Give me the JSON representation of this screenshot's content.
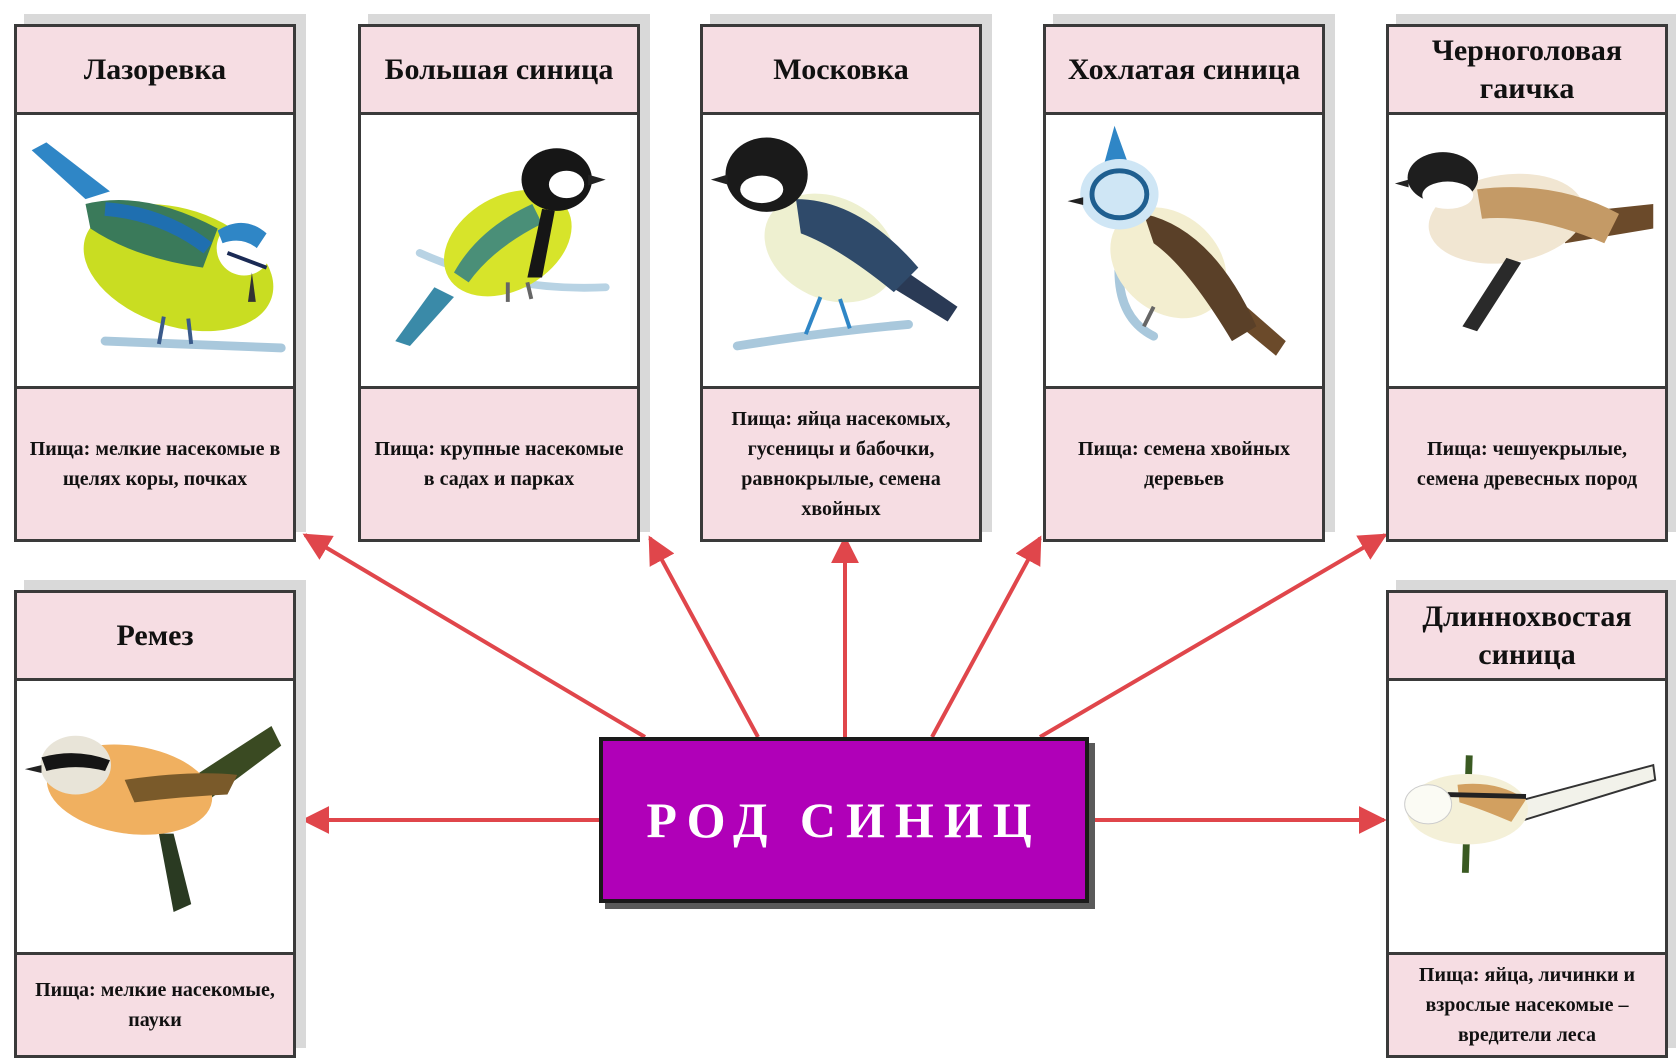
{
  "center_label": "РОД   СИНИЦ",
  "colors": {
    "arrow": "#e0464b",
    "center_box": "#b000b8",
    "card_band": "#f6dde3"
  },
  "cards": [
    {
      "name": "Лазоревка",
      "food": "Пища: мелкие насекомые в щелях коры, почках",
      "icon": "blue-tit-illustration"
    },
    {
      "name": "Большая синица",
      "food": "Пища: крупные насекомые в садах и парках",
      "icon": "great-tit-illustration"
    },
    {
      "name": "Московка",
      "food": "Пища: яйца насекомых, гусеницы и бабочки, равнокрылые, семена хвойных",
      "icon": "coal-tit-illustration"
    },
    {
      "name": "Хохлатая синица",
      "food": "Пища: семена хвойных деревьев",
      "icon": "crested-tit-illustration"
    },
    {
      "name": "Черноголовая гаичка",
      "food": "Пища: чешуекрылые, семена древесных пород",
      "icon": "marsh-tit-illustration"
    },
    {
      "name": "Ремез",
      "food": "Пища: мелкие насекомые, пауки",
      "icon": "penduline-tit-illustration"
    },
    {
      "name": "Длиннохвостая синица",
      "food": "Пища: яйца, личинки и взрослые насекомые – вредители леса",
      "icon": "long-tailed-tit-illustration"
    }
  ]
}
